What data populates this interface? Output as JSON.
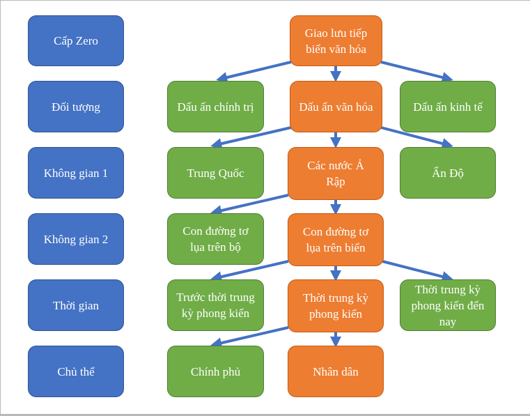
{
  "colors": {
    "level": "#4472c4",
    "main_path": "#ed7d31",
    "branch": "#70ad47",
    "arrow": "#4472c4"
  },
  "levels": {
    "zero": "Cấp Zero",
    "object": "Đối tượng",
    "space1": "Không gian 1",
    "space2": "Không gian 2",
    "time": "Thời gian",
    "subject": "Chủ thể"
  },
  "nodes": {
    "root": "Giao lưu tiếp biến văn hóa",
    "political": "Dấu ấn chính trị",
    "cultural": "Dấu ấn văn hóa",
    "economic": "Dấu ấn kinh tế",
    "china": "Trung Quốc",
    "arab": "Các nước Ả Rập",
    "india": "Ấn Độ",
    "land_silk": "Con đường tơ lụa trên bộ",
    "sea_silk": "Con đường tơ lụa trên biển",
    "before_medieval": "Trước thời trung kỳ phong kiến",
    "medieval": "Thời trung kỳ phong kiến",
    "medieval_to_now": "Thời trung kỳ phong kiến đến nay",
    "government": "Chính phủ",
    "people": "Nhân dân"
  }
}
